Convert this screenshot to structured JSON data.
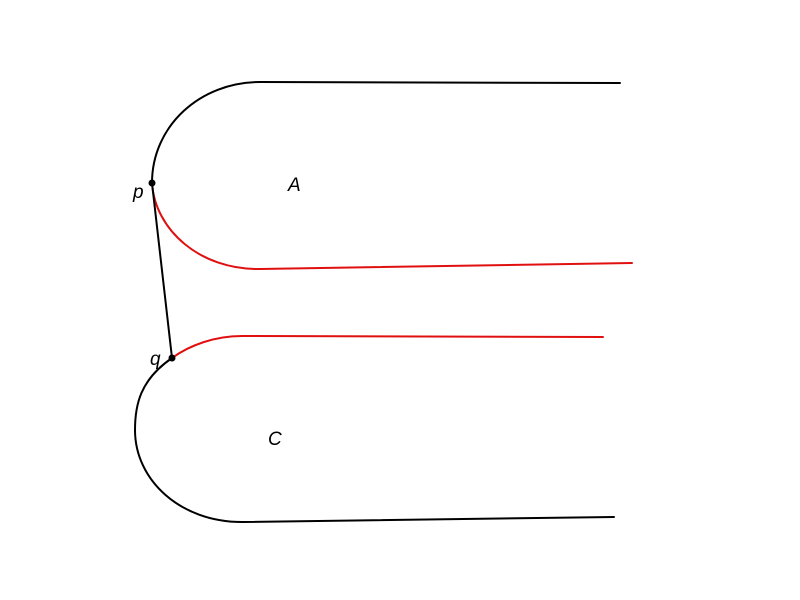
{
  "colors": {
    "background": "#ffffff",
    "outline": "#000000",
    "highlight": "#e01010"
  },
  "labels": {
    "region_a": "A",
    "region_c": "C",
    "point_p": "p",
    "point_q": "q"
  }
}
